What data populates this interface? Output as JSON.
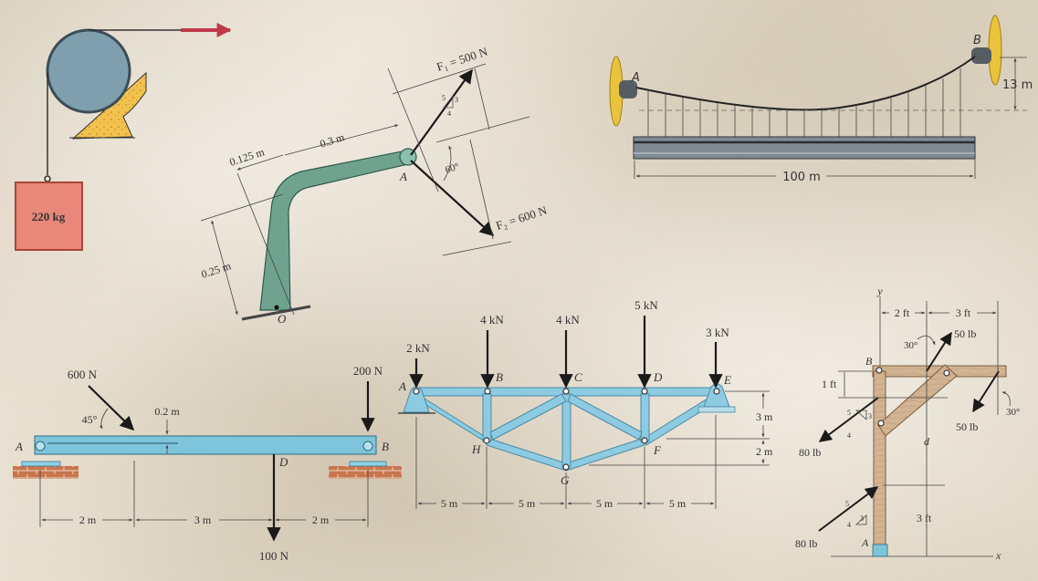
{
  "pulley_figure": {
    "mass_label": "220 kg",
    "colors": {
      "pulley": "#7f9fae",
      "support": "#f2c14e",
      "block": "#e8877a",
      "pull_arrow": "#c0394b"
    }
  },
  "bracket_figure": {
    "F1_label": "F₁ = 500 N",
    "F2_label": "F₂ = 600 N",
    "dim_0125": "0.125 m",
    "dim_03": "0.3 m",
    "dim_025": "0.25 m",
    "angle": "60°",
    "slope": {
      "hyp": "5",
      "rise": "3",
      "run": "4"
    },
    "point_A": "A",
    "point_O": "O",
    "colors": {
      "bracket": "#6fa38f"
    }
  },
  "cable_figure": {
    "point_A": "A",
    "point_B": "B",
    "sag": "13 m",
    "span": "100 m",
    "colors": {
      "deck": "#7f8a93",
      "wall": "#e9c33b"
    }
  },
  "beam_figure": {
    "force_600": "600 N",
    "angle_45": "45°",
    "dim_02": "0.2 m",
    "force_200": "200 N",
    "force_100": "100 N",
    "point_A": "A",
    "point_B": "B",
    "point_D": "D",
    "spans": [
      "2 m",
      "3 m",
      "2 m"
    ],
    "colors": {
      "beam": "#7ec5dc",
      "brick": "#c9754e"
    }
  },
  "truss_figure": {
    "loads": [
      "2 kN",
      "4 kN",
      "4 kN",
      "5 kN",
      "3 kN"
    ],
    "nodes": {
      "A": "A",
      "B": "B",
      "C": "C",
      "D": "D",
      "E": "E",
      "F": "F",
      "G": "G",
      "H": "H"
    },
    "spans": [
      "5 m",
      "5 m",
      "5 m",
      "5 m"
    ],
    "height_upper": "3 m",
    "height_lower": "2 m",
    "colors": {
      "member": "#8ccbe2"
    }
  },
  "frame_figure": {
    "axis_y": "y",
    "axis_x": "x",
    "dim_2ft": "2 ft",
    "dim_3ft_top": "3 ft",
    "dim_1ft": "1 ft",
    "dim_3ft": "3 ft",
    "dim_d": "d",
    "force_50_up": "50 lb",
    "force_50_down": "50 lb",
    "angle_30_a": "30°",
    "angle_30_b": "30°",
    "force_80_upper": "80 lb",
    "force_80_lower": "80 lb",
    "slope_upper": {
      "hyp": "5",
      "rise": "3",
      "run": "4"
    },
    "slope_lower": {
      "hyp": "5",
      "rise": "3",
      "run": "4"
    },
    "point_A": "A",
    "point_B": "B",
    "colors": {
      "wood": "#d2b492"
    }
  }
}
